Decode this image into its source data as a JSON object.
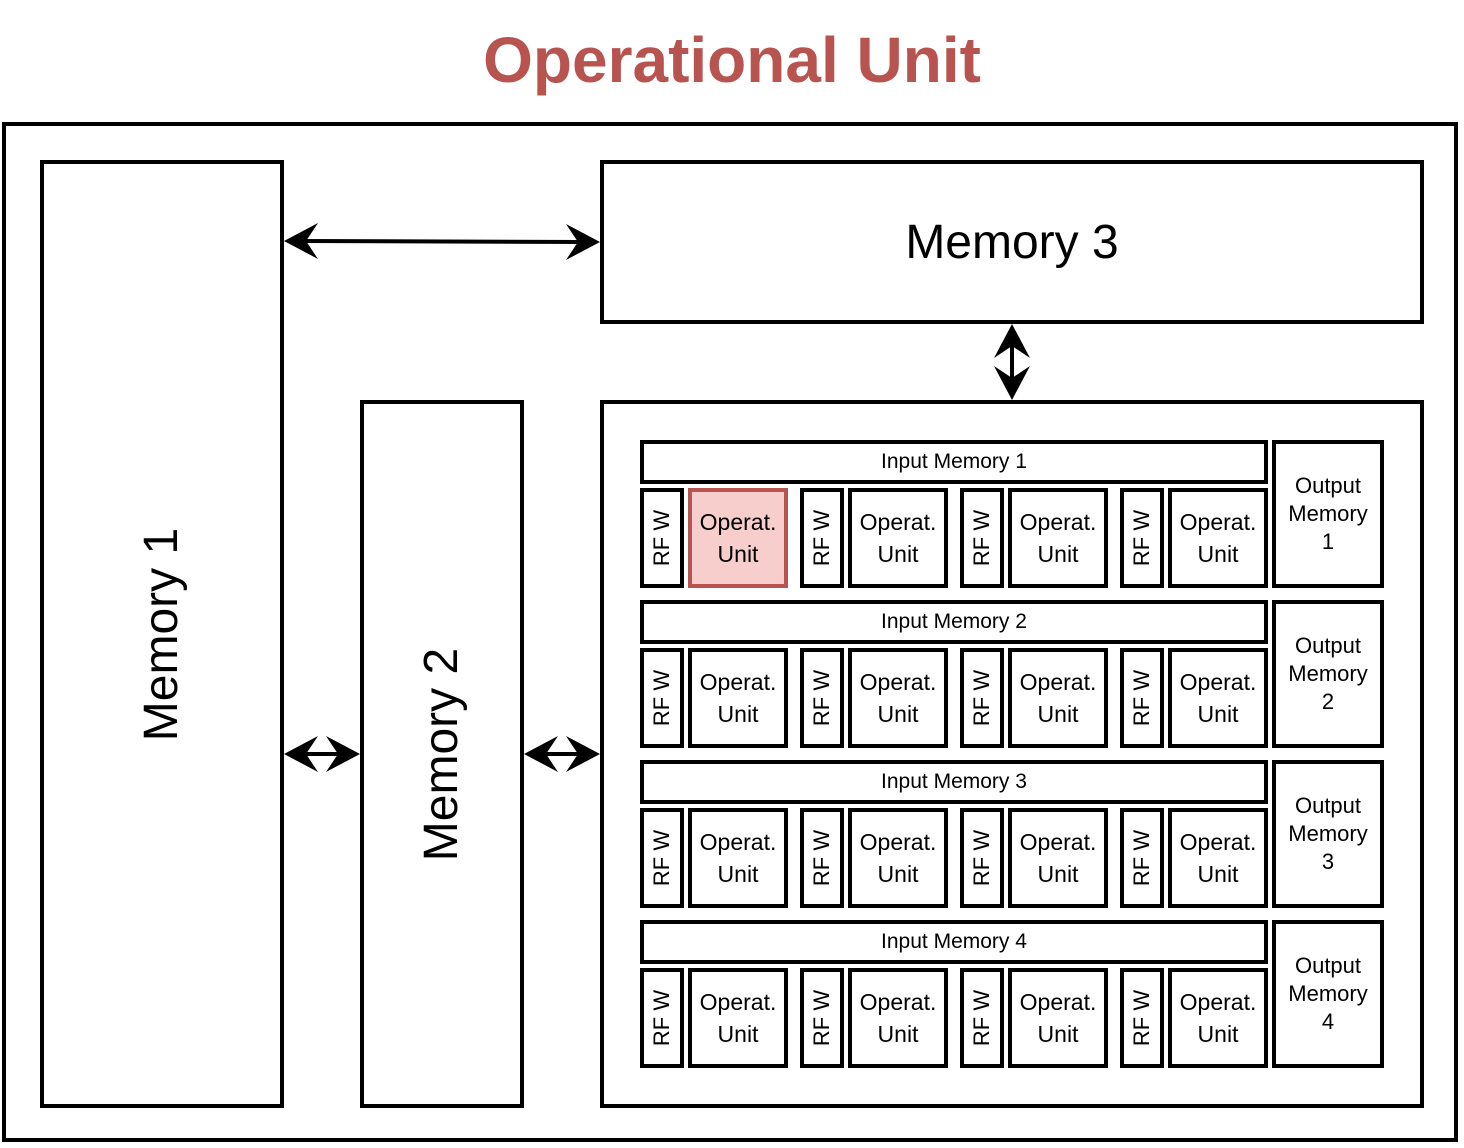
{
  "title": "Operational Unit",
  "colors": {
    "title": "#b85450",
    "highlight_fill": "#f8cecc",
    "highlight_border": "#b85450",
    "stroke": "#000000"
  },
  "memory1": {
    "label": "Memory 1"
  },
  "memory2": {
    "label": "Memory 2"
  },
  "memory3": {
    "label": "Memory 3"
  },
  "rows": [
    {
      "input": "Input Memory 1",
      "output": "Output\nMemory\n1",
      "units": [
        {
          "rf": "RF W",
          "op": "Operat.\nUnit",
          "highlight": true
        },
        {
          "rf": "RF W",
          "op": "Operat.\nUnit",
          "highlight": false
        },
        {
          "rf": "RF W",
          "op": "Operat.\nUnit",
          "highlight": false
        },
        {
          "rf": "RF W",
          "op": "Operat.\nUnit",
          "highlight": false
        }
      ]
    },
    {
      "input": "Input Memory 2",
      "output": "Output\nMemory\n2",
      "units": [
        {
          "rf": "RF W",
          "op": "Operat.\nUnit",
          "highlight": false
        },
        {
          "rf": "RF W",
          "op": "Operat.\nUnit",
          "highlight": false
        },
        {
          "rf": "RF W",
          "op": "Operat.\nUnit",
          "highlight": false
        },
        {
          "rf": "RF W",
          "op": "Operat.\nUnit",
          "highlight": false
        }
      ]
    },
    {
      "input": "Input Memory 3",
      "output": "Output\nMemory\n3",
      "units": [
        {
          "rf": "RF W",
          "op": "Operat.\nUnit",
          "highlight": false
        },
        {
          "rf": "RF W",
          "op": "Operat.\nUnit",
          "highlight": false
        },
        {
          "rf": "RF W",
          "op": "Operat.\nUnit",
          "highlight": false
        },
        {
          "rf": "RF W",
          "op": "Operat.\nUnit",
          "highlight": false
        }
      ]
    },
    {
      "input": "Input Memory 4",
      "output": "Output\nMemory\n4",
      "units": [
        {
          "rf": "RF W",
          "op": "Operat.\nUnit",
          "highlight": false
        },
        {
          "rf": "RF W",
          "op": "Operat.\nUnit",
          "highlight": false
        },
        {
          "rf": "RF W",
          "op": "Operat.\nUnit",
          "highlight": false
        },
        {
          "rf": "RF W",
          "op": "Operat.\nUnit",
          "highlight": false
        }
      ]
    }
  ]
}
